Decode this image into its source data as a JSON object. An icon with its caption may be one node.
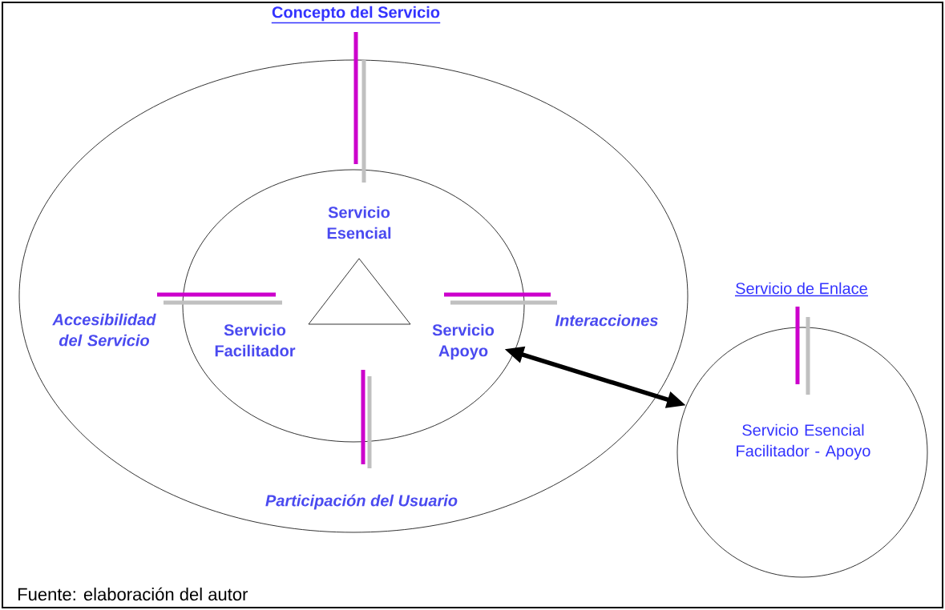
{
  "diagram": {
    "caption": "Fuente: elaboración del autor",
    "nodes": [
      {
        "text": [
          "Concepto del Servicio",
          "Accesibilidad del Servicio",
          "Interacciones",
          "Participación del Usuario"
        ]
      },
      {
        "text": [
          "Servicio Esencial",
          "Servicio Facilitador"
        ],
        "in": 0
      },
      {
        "text": [],
        "shape": "triangle",
        "in": 1
      },
      {
        "text": [
          "Servicio Apoyo"
        ],
        "in": 1
      },
      {
        "text": [
          "Servicio de Enlace",
          "Servicio Esencial Facilitador - Apoyo"
        ]
      }
    ],
    "edges": [
      {
        "from": 3,
        "to": 4,
        "arrow": "both"
      }
    ]
  }
}
